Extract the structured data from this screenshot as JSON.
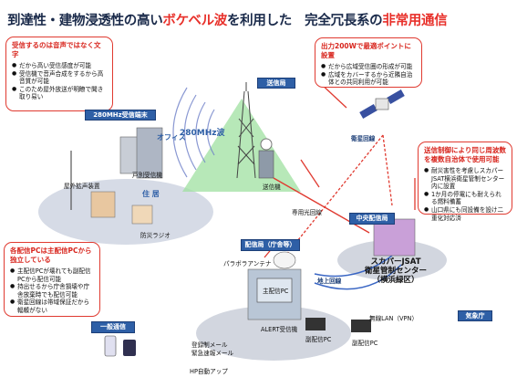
{
  "title": {
    "part1": "到達性・建物浸透性の高い",
    "emphasis1": "ボケベル波",
    "part2": "を利用した　完全冗長系の",
    "emphasis2": "非常用通信"
  },
  "callouts": {
    "top_left": {
      "heading": "受信するのは音声ではなく文字",
      "items": [
        "だから高い受信感度が可能",
        "受信機で音声合成をするから高音質が可能",
        "このため屋外放送が明瞭で聞き取り易い"
      ]
    },
    "top_right": {
      "heading": "出力200Wで最適ポイントに設置",
      "items": [
        "だから広域受信圏の形成が可能",
        "広域をカバーするから近隣自治体との共同利用が可能"
      ]
    },
    "right": {
      "heading": "送信制御により同じ周波数を複数自治体で使用可能",
      "items": [
        "耐災害性を考慮しスカパーJSAT横浜衛星管制センター内に設置",
        "1か月の停電にも耐えられる燃料備蓄",
        "山口県にも同設備を設け二重化対応済"
      ]
    },
    "left": {
      "heading": "各配信PCは主配信PCから独立している",
      "items": [
        "主配信PCが壊れても副配信PCから配信可能",
        "持出せるから庁舎損壊や庁舎放棄時でも配信可能",
        "衛星回線は帯域保証だから輻輳がない"
      ]
    }
  },
  "labels": {
    "receiver_terminal": "280MHz受信端末",
    "transmitter_station": "送信局",
    "central_station": "中央配信局",
    "distribution_station": "配信局（庁舎等）",
    "general_comm": "一般通信",
    "wave": "280MHz波",
    "office": "オフィス",
    "residence": "住 居",
    "indoor_receiver": "戸別受信機",
    "outdoor_speaker": "屋外拡声装置",
    "disaster_radio": "防災ラジオ",
    "transmitter": "送信機",
    "dedicated_line": "専用光回線",
    "satellite_line": "衛星回線",
    "ground_line": "地上回線",
    "parabolic_antenna": "パラボラアンテナ",
    "main_pc": "主配信PC",
    "alert_box": "ALERT受信機",
    "sub_pc": "副配信PC",
    "sub_pc2": "副配信PC",
    "wireless_lan": "無線LAN（VPN）",
    "weather_agency": "気象庁",
    "jsat_line1": "スカパーJSAT",
    "jsat_line2": "衛星管制センター",
    "jsat_line3": "（横浜緑区）",
    "mail1": "登録制メール",
    "mail2": "緊急速報メール",
    "hp": "HP自動アップ"
  },
  "colors": {
    "accent": "#e8302a",
    "label_blue": "#2e5fa6",
    "line_red": "#e03a30",
    "line_blue": "#3a66c4"
  }
}
